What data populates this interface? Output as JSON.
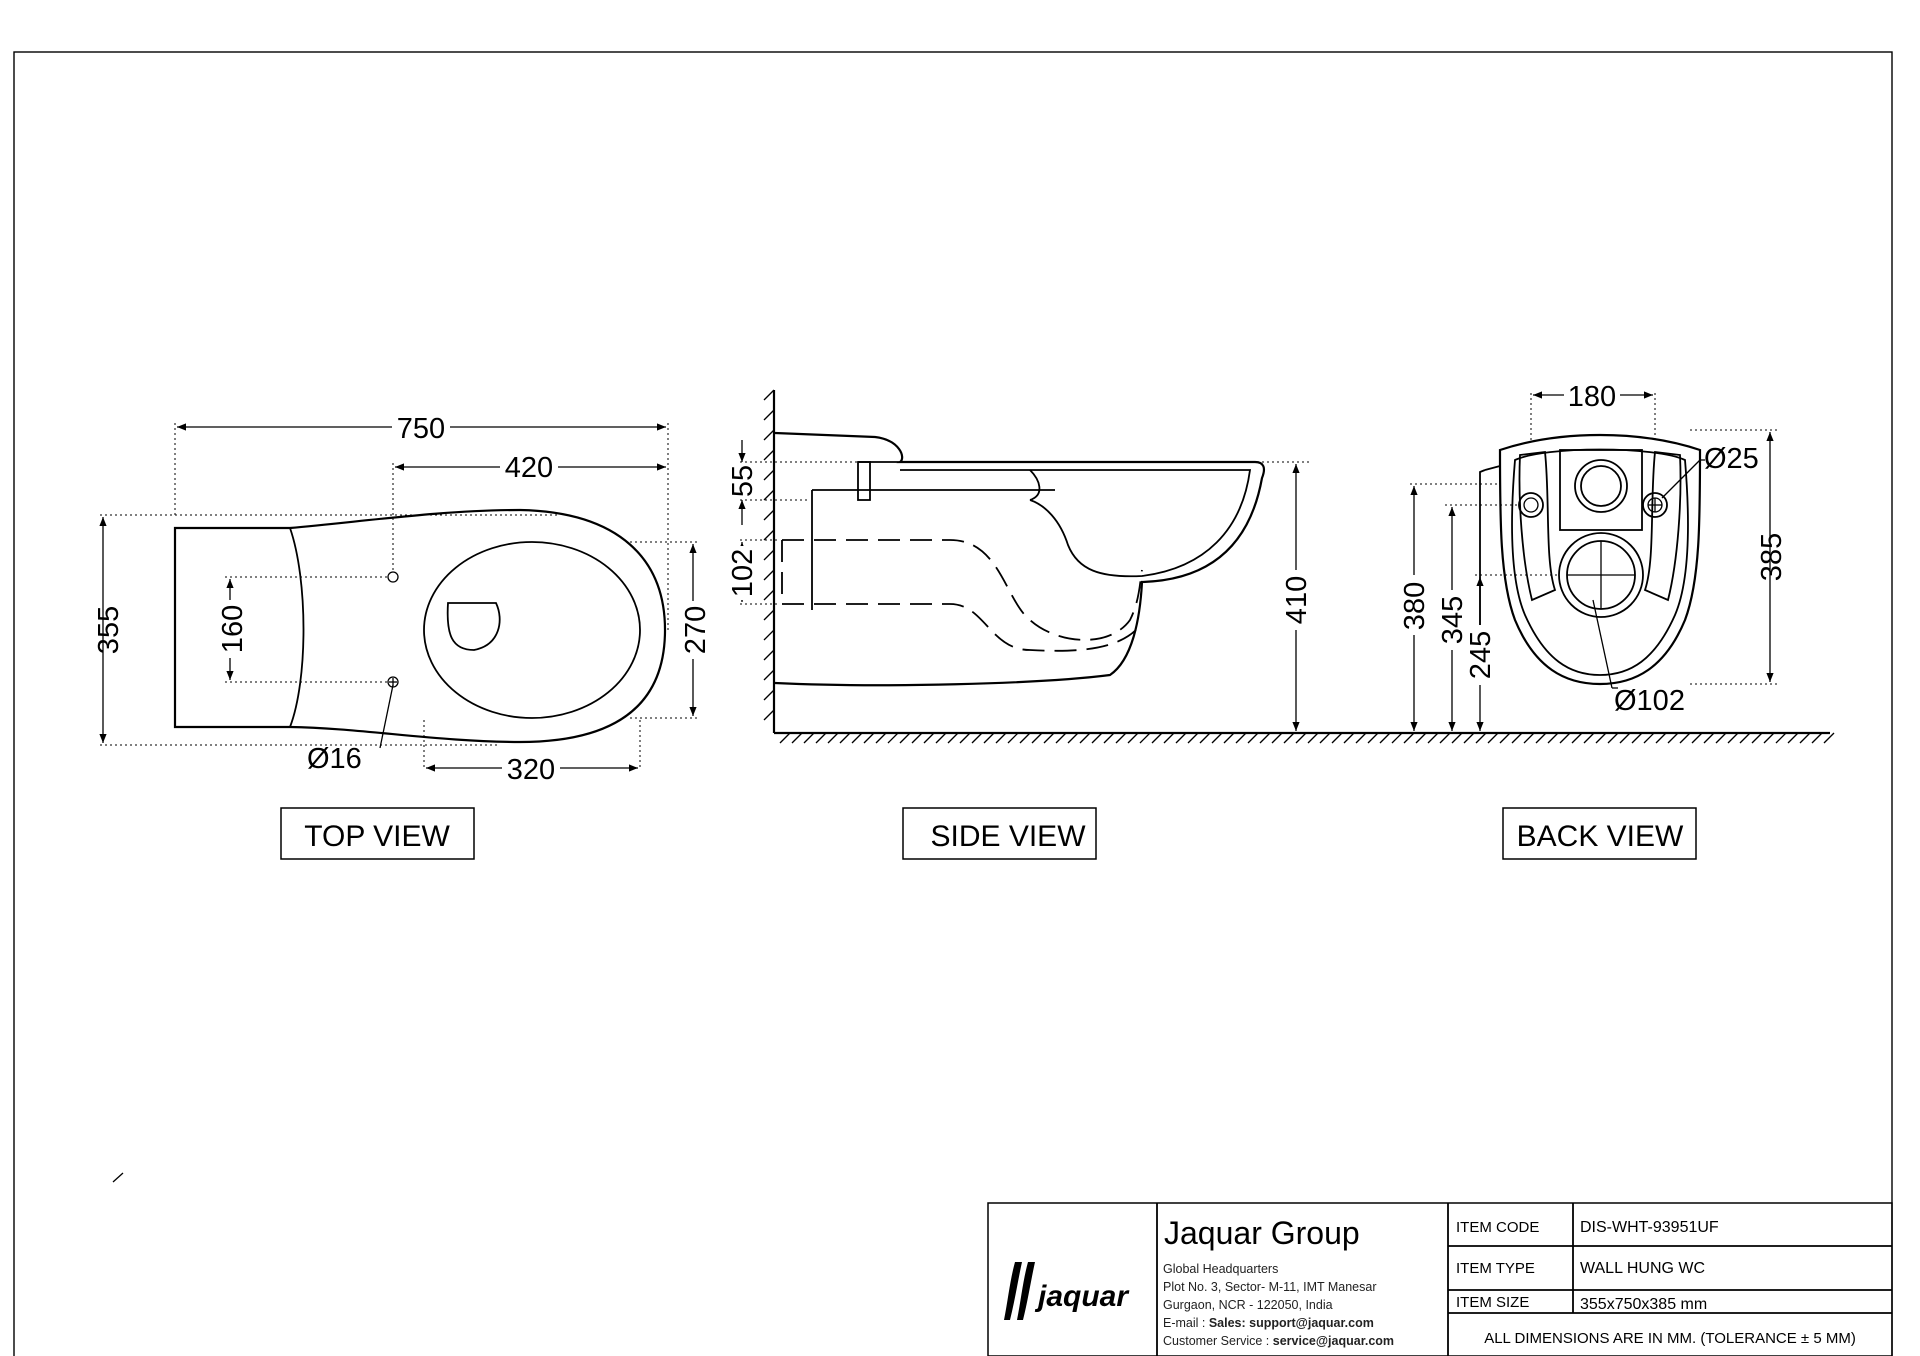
{
  "views": {
    "top": {
      "label": "TOP VIEW",
      "dims": {
        "overall_length": "750",
        "bowl_length": "420",
        "width": "355",
        "fixing_spacing": "160",
        "bowl_width": "270",
        "hole_dia": "Ø16",
        "bowl_depth": "320"
      }
    },
    "side": {
      "label": "SIDE VIEW",
      "dims": {
        "inlet_height": "55",
        "outlet_offset": "102",
        "rim_height": "410"
      }
    },
    "back": {
      "label": "BACK VIEW",
      "dims": {
        "fixing_centres": "180",
        "fixing_dia": "Ø25",
        "overall_height": "385",
        "height_380": "380",
        "height_345": "345",
        "height_245": "245",
        "outlet_dia": "Ø102"
      }
    }
  },
  "title_block": {
    "brand": "jaquar",
    "company": "Jaquar Group",
    "address": [
      "Global Headquarters",
      "Plot No. 3, Sector- M-11, IMT Manesar",
      "Gurgaon, NCR - 122050, India"
    ],
    "email_label": "E-mail : ",
    "email_value": "Sales: support@jaquar.com",
    "service_label": "Customer Service : ",
    "service_value": "service@jaquar.com",
    "fields": [
      {
        "label": "ITEM  CODE",
        "value": "DIS-WHT-93951UF"
      },
      {
        "label": "ITEM  TYPE",
        "value": "WALL HUNG WC"
      },
      {
        "label": "ITEM  SIZE",
        "value": "355x750x385 mm"
      }
    ],
    "note": "ALL DIMENSIONS ARE IN MM. (TOLERANCE ± 5 MM)"
  }
}
